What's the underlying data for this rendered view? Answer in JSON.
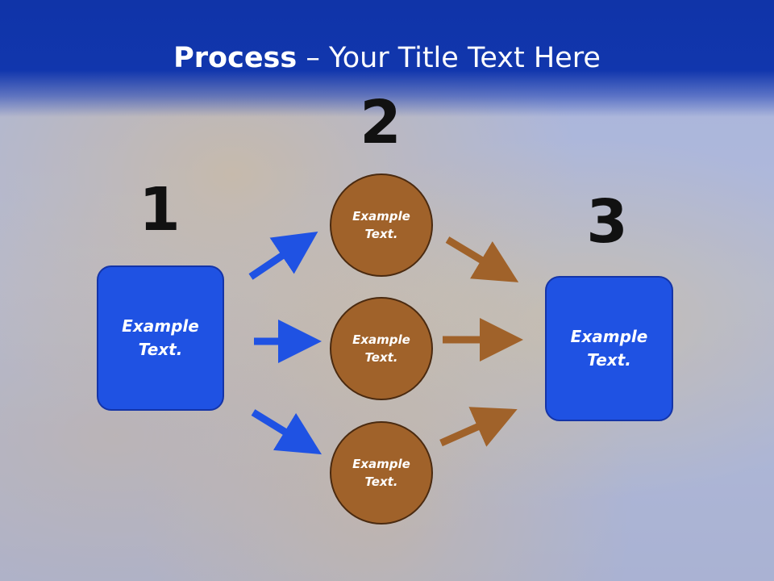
{
  "title": {
    "bold": "Process",
    "rest": " – Your Title Text Here"
  },
  "steps": {
    "n1": "1",
    "n2": "2",
    "n3": "3"
  },
  "left_box": {
    "line1": "Example",
    "line2": "Text."
  },
  "circles": [
    {
      "line1": "Example",
      "line2": "Text."
    },
    {
      "line1": "Example",
      "line2": "Text."
    },
    {
      "line1": "Example",
      "line2": "Text."
    }
  ],
  "right_box": {
    "line1": "Example",
    "line2": "Text."
  },
  "colors": {
    "blue_arrow": "#1f52e3",
    "brown_arrow": "#a0622a",
    "title_bar": "#1136ad"
  }
}
